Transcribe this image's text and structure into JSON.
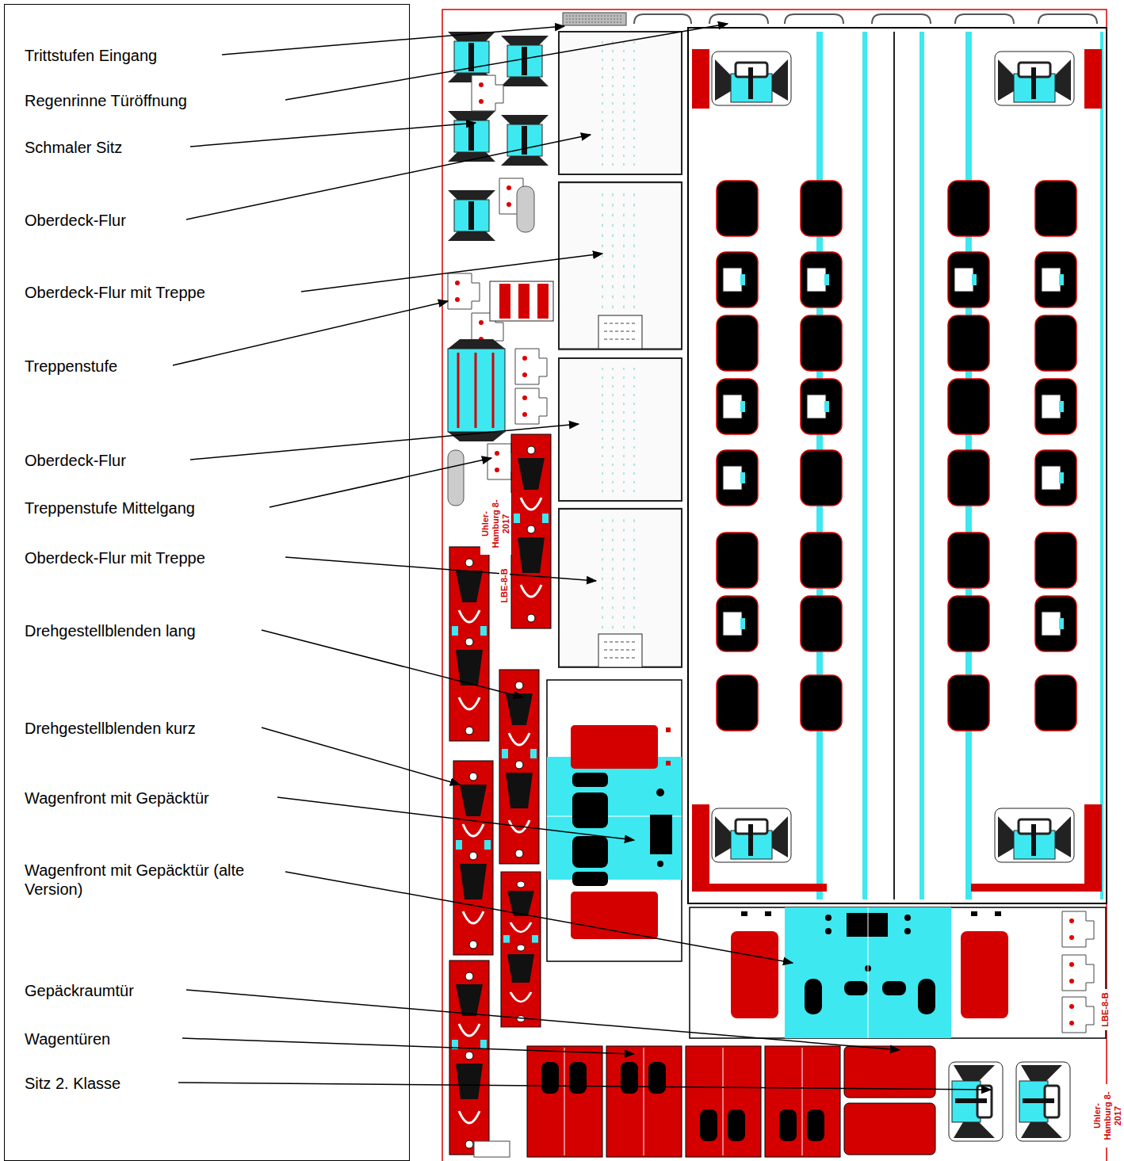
{
  "diagram": {
    "nodes": [
      {
        "text": [
          "Trittstufen Eingang",
          "Regenrinne Türöffnung",
          "Schmaler Sitz",
          "Oberdeck-Flur",
          "Oberdeck-Flur mit Treppe",
          "Treppenstufe",
          "Oberdeck-Flur",
          "Treppenstufe Mittelgang",
          "Oberdeck-Flur mit Treppe",
          "Drehgestellblenden lang",
          "Drehgestellblenden kurz",
          "Wagenfront mit Gepäcktür",
          "Wagenfront mit Gepäcktür (alte Version)",
          "Gepäckraumtür",
          "Wagentüren",
          "Sitz 2. Klasse"
        ]
      }
    ],
    "labels": [
      "Uhler-Hamburg 8-2017",
      "LBE-8-B",
      "LBE-8-B",
      "Uhler-Hamburg 8-2017"
    ]
  }
}
